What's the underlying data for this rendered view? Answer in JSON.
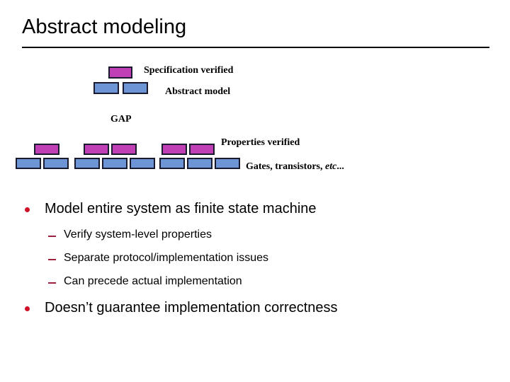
{
  "slide": {
    "title": "Abstract modeling",
    "accent_bullet_color": "#d01028",
    "accent_dash_color": "#9e2240",
    "block_top_color": "#c13fb4",
    "block_base_color": "#6d95d6",
    "block_border_color": "#1a1a2e"
  },
  "diagram": {
    "abstract": {
      "top_blocks": 1,
      "base_blocks": 2,
      "label_top": "Specification verified",
      "label_base": "Abstract model"
    },
    "gap_label": "GAP",
    "concrete": {
      "top_blocks": 5,
      "base_blocks": 8,
      "label_top": "Properties verified",
      "label_base_text": "Gates, transistors, ",
      "label_base_italic": "etc",
      "label_base_tail": "..."
    }
  },
  "bullets": [
    {
      "text": "Model entire system as finite state machine",
      "sub": [
        "Verify system-level properties",
        "Separate protocol/implementation issues",
        "Can precede actual implementation"
      ]
    },
    {
      "text": "Doesn’t guarantee implementation correctness",
      "sub": []
    }
  ]
}
